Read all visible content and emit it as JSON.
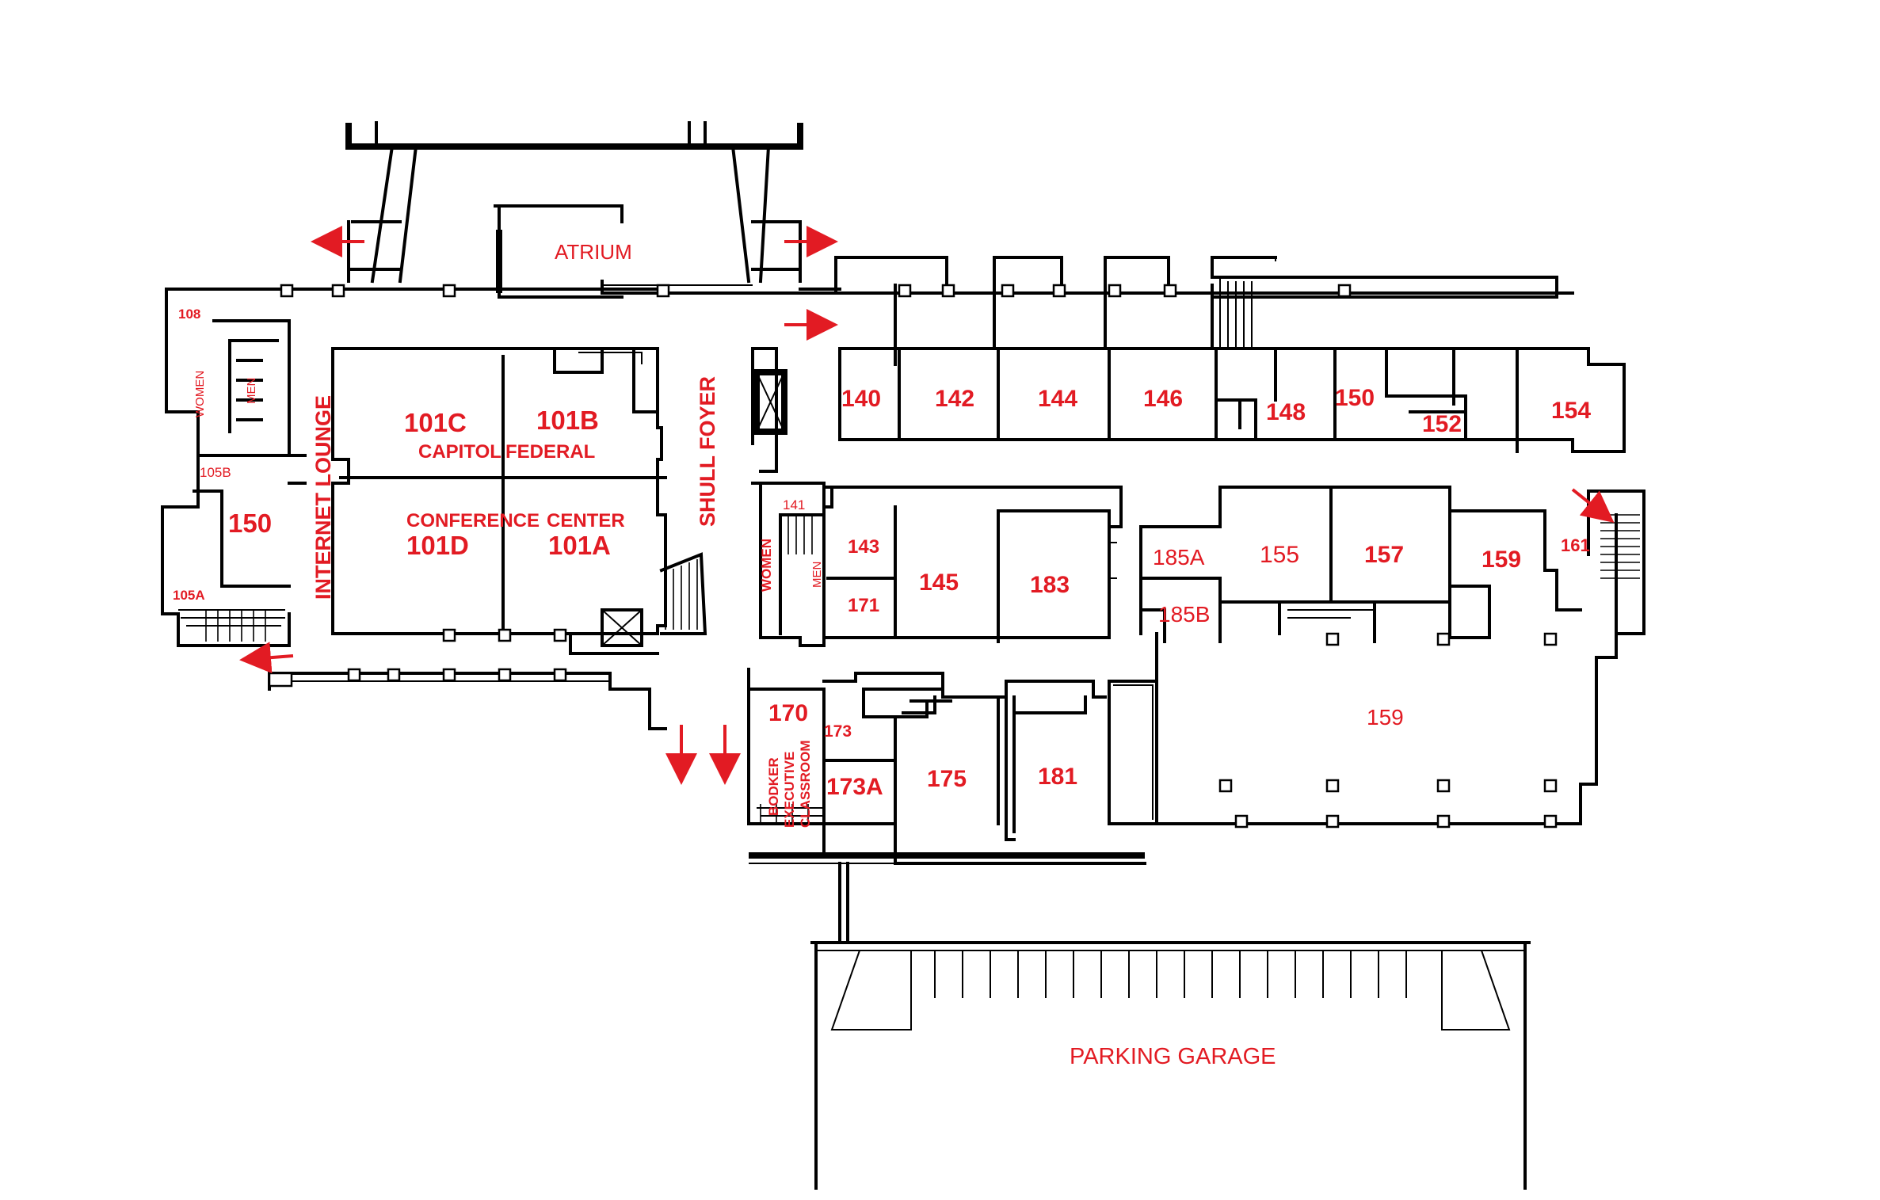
{
  "labels": {
    "atrium": "ATRIUM",
    "shull_foyer": "SHULL FOYER",
    "internet_lounge": "INTERNET LOUNGE",
    "capitol": "CAPITOL",
    "federal": "FEDERAL",
    "conference": "CONFERENCE",
    "center": "CENTER",
    "women_west": "WOMEN",
    "men_west": "MEN",
    "women_center": "WOMEN",
    "men_center": "MEN",
    "bodker": "BODKER",
    "executive": "EXECUTIVE",
    "classroom": "CLASSROOM",
    "parking_garage": "PARKING GARAGE"
  },
  "rooms": {
    "r108": "108",
    "r105b": "105B",
    "r150_west": "150",
    "r105a": "105A",
    "r101c": "101C",
    "r101b": "101B",
    "r101d": "101D",
    "r101a": "101A",
    "r140": "140",
    "r142": "142",
    "r144": "144",
    "r146": "146",
    "r148": "148",
    "r150_east": "150",
    "r152": "152",
    "r154": "154",
    "r141": "141",
    "r143": "143",
    "r171": "171",
    "r145": "145",
    "r183": "183",
    "r185a": "185A",
    "r185b": "185B",
    "r155": "155",
    "r157": "157",
    "r159": "159",
    "r161": "161",
    "r159_large": "159",
    "r170": "170",
    "r173": "173",
    "r173a": "173A",
    "r175": "175",
    "r181": "181"
  },
  "colors": {
    "labels": "#e21b23",
    "walls": "#000000",
    "background": "#ffffff"
  },
  "exits": [
    {
      "name": "exit-arrow-atrium-west",
      "direction": "west"
    },
    {
      "name": "exit-arrow-atrium-east",
      "direction": "east"
    },
    {
      "name": "exit-arrow-atrium-east-lower",
      "direction": "east"
    },
    {
      "name": "exit-arrow-southwest",
      "direction": "west"
    },
    {
      "name": "exit-arrow-south-1",
      "direction": "south"
    },
    {
      "name": "exit-arrow-south-2",
      "direction": "south"
    },
    {
      "name": "exit-arrow-east-stair",
      "direction": "southeast"
    }
  ]
}
